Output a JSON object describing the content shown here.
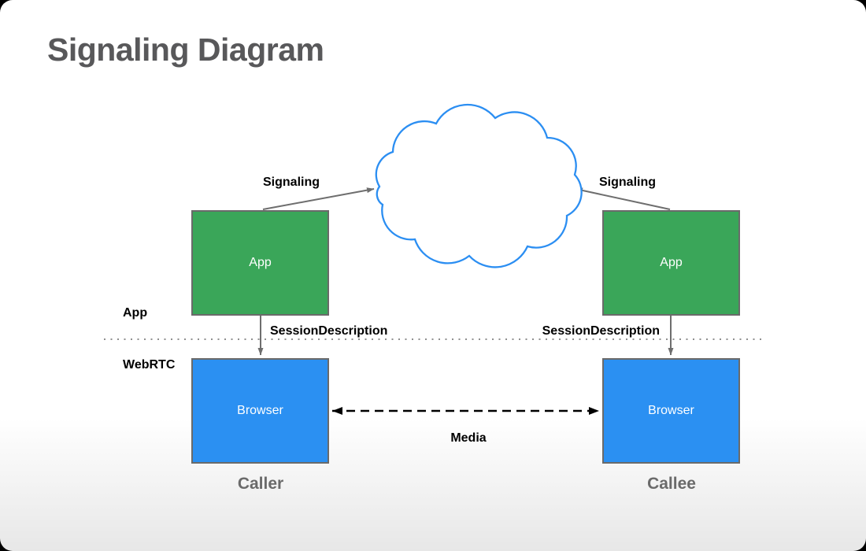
{
  "slide": {
    "title": "Signaling Diagram"
  },
  "nodes": {
    "app_left": "App",
    "app_right": "App",
    "browser_left": "Browser",
    "browser_right": "Browser"
  },
  "labels": {
    "signaling_left": "Signaling",
    "signaling_right": "Signaling",
    "session_left": "SessionDescription",
    "session_right": "SessionDescription",
    "layer_app": "App",
    "layer_webrtc": "WebRTC",
    "media": "Media",
    "caller": "Caller",
    "callee": "Callee"
  },
  "icons": {
    "cloud": "cloud-shape"
  },
  "colors": {
    "title": "#58585a",
    "app_box": "#3aa659",
    "browser_box": "#2b90f2",
    "box_border": "#6a6a6a",
    "cloud_stroke": "#2b8ef2",
    "arrow": "#6e6e6e",
    "media_arrow": "#000000",
    "divider": "#8f8f8f",
    "label": "#000000",
    "footer_label": "#6a6a6a"
  }
}
